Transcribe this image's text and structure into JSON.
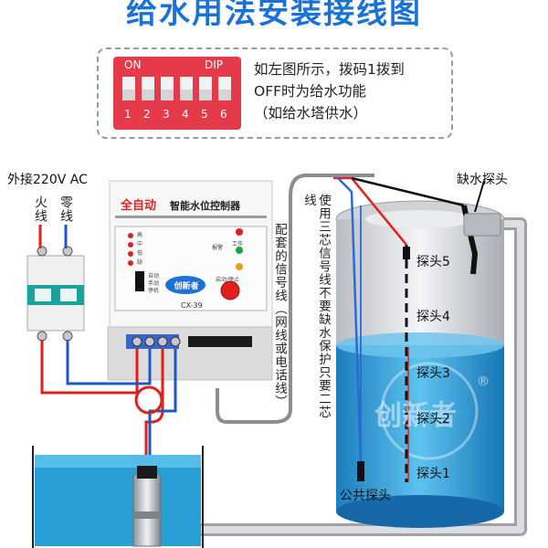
{
  "title": "给水用法安装接线图",
  "dip": {
    "on_label": "ON",
    "dip_label": "DIP",
    "numbers": [
      "1",
      "2",
      "3",
      "4",
      "5",
      "6"
    ],
    "note_line1": "如左图所示，拨码1拨到",
    "note_line2": "OFF时为给水功能",
    "note_line3": "（如给水塔供水）"
  },
  "power": {
    "label": "外接220V AC",
    "live": "火线",
    "neutral": "零线"
  },
  "controller": {
    "brand_red": "全自动",
    "name": "智能水位控制器",
    "model": "CX-39",
    "logo_text": "创新者",
    "indicator_labels": [
      "高",
      "中",
      "低",
      "缺"
    ],
    "status_labels": [
      "报警",
      "工作"
    ],
    "mode_labels": [
      "自动",
      "手动",
      "停机"
    ],
    "button_label": "启动/停止"
  },
  "notes": {
    "signal_line": "配套的信号线（网线或电话线）",
    "three_core": "使用三芯信号线不要缺水保护只要二芯线"
  },
  "tank": {
    "logo_text": "创新者",
    "registered": "®",
    "probes": [
      "探头5",
      "探头4",
      "探头3",
      "探头2",
      "探头1"
    ],
    "common_probe": "公共探头",
    "dry_probe": "缺水探头"
  },
  "colors": {
    "title_blue": "#1a72d9",
    "live_wire": "#e0201b",
    "neutral_wire": "#1f57c8",
    "water": "#2a9fd6",
    "switch_green": "#1aa39a"
  }
}
